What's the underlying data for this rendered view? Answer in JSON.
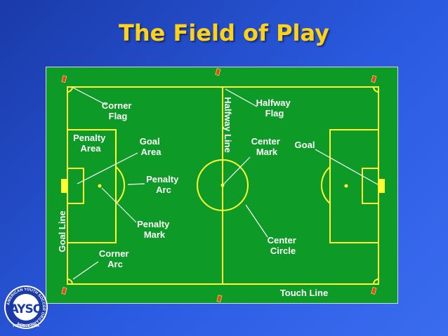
{
  "title": "The Field of Play",
  "labels": {
    "corner_flag": [
      "Corner",
      "Flag"
    ],
    "halfway_line": "Halfway Line",
    "halfway_flag": [
      "Halfway",
      "Flag"
    ],
    "penalty_area": [
      "Penalty",
      "Area"
    ],
    "goal_area": [
      "Goal",
      "Area"
    ],
    "center_mark": [
      "Center",
      "Mark"
    ],
    "goal": "Goal",
    "penalty_arc": [
      "Penalty",
      "Arc"
    ],
    "goal_line": "Goal Line",
    "penalty_mark": [
      "Penalty",
      "Mark"
    ],
    "corner_arc": [
      "Corner",
      "Arc"
    ],
    "center_circle": [
      "Center",
      "Circle"
    ],
    "touch_line": "Touch Line"
  },
  "logo": {
    "letters": "AYSO",
    "ring_text": "AMERICAN YOUTH SOCCER ORGANIZATION",
    "founded": "FOUNDED 1964"
  },
  "colors": {
    "title": "#ffd21a",
    "field": "#0e9a26",
    "lines": "#ffff33",
    "labels": "#ffffff",
    "flags": "#e24a1a"
  }
}
